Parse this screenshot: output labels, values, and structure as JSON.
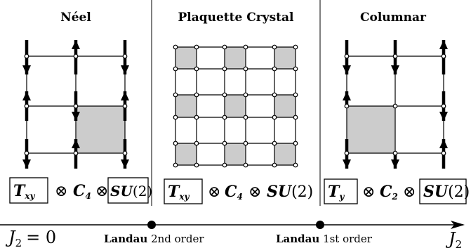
{
  "titles": {
    "neel": "Néel",
    "plaquette": "Plaquette Crystal",
    "columnar": "Columnar"
  },
  "symmetry": {
    "left": {
      "t": "T",
      "t_sub": "xy",
      "otimes1": "⊗",
      "c": "C",
      "c_sub": "4",
      "otimes2": "⊗",
      "su": "SU",
      "su_arg": "(2)"
    },
    "middle": {
      "t": "T",
      "t_sub": "xy",
      "otimes1": "⊗",
      "c": "C",
      "c_sub": "4",
      "otimes2": "⊗",
      "su": "S",
      "su_u": "U",
      "su_arg": "(2)"
    },
    "right": {
      "t": "T",
      "t_sub": "y",
      "otimes1": "⊗",
      "c": "C",
      "c_sub": "2",
      "otimes2": "⊗",
      "su": "SU",
      "su_arg": "(2)"
    }
  },
  "axis": {
    "start_label": "J",
    "start_sub": "2",
    "start_eq": "= 0",
    "end_label": "J",
    "end_sub": "2",
    "transition1_bold": "Landau",
    "transition1_rest": " 2nd order",
    "transition2_bold": "Landau",
    "transition2_rest": " 1st order"
  }
}
